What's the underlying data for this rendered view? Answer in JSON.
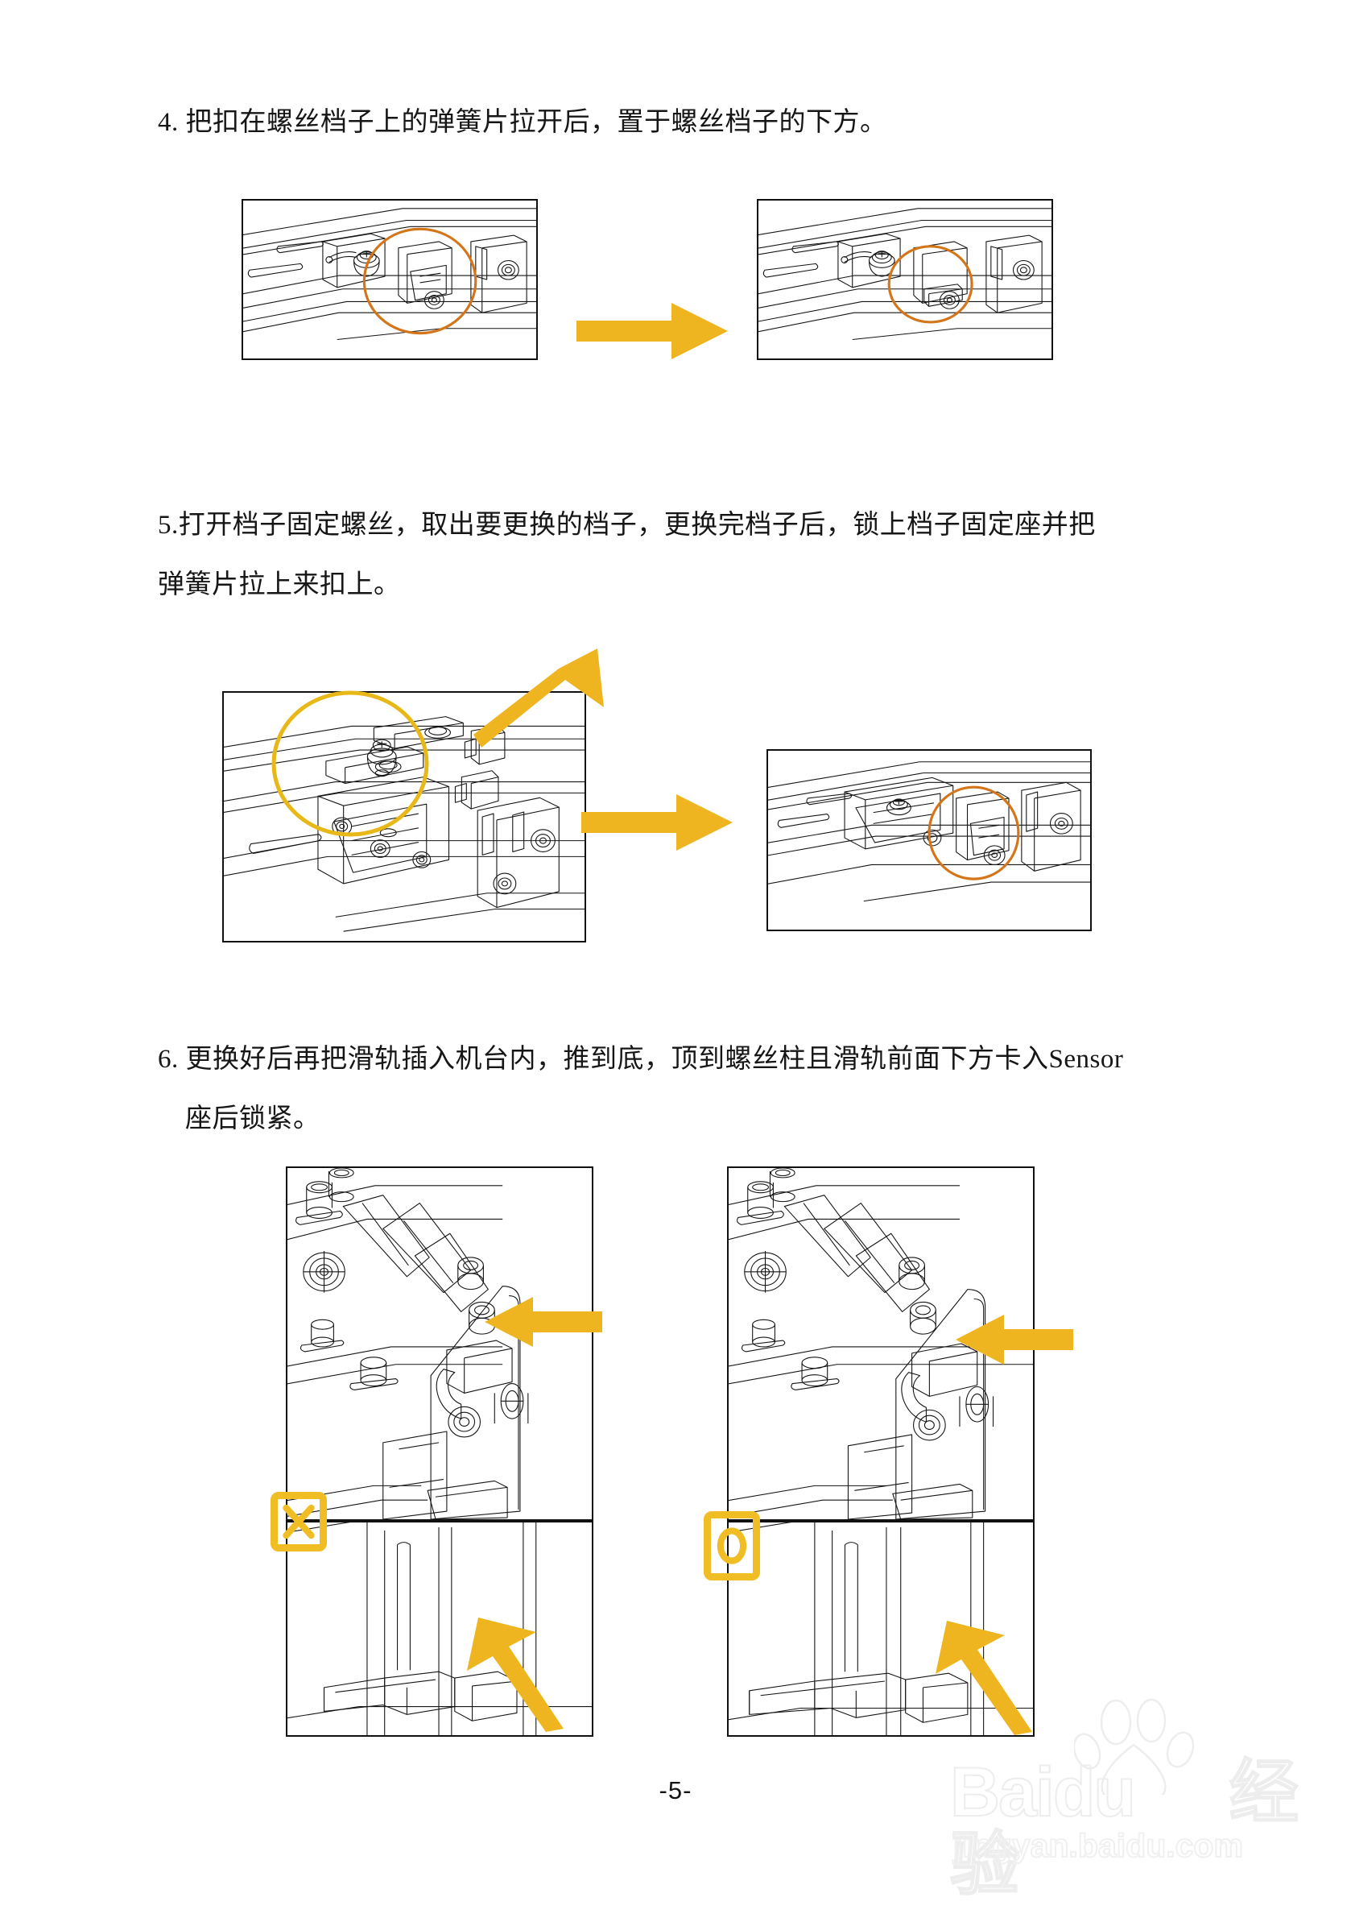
{
  "document": {
    "page_number": "-5-",
    "accent_orange": "#D4751A",
    "accent_yellow": "#E8B818",
    "arrow_yellow": "#EFB520",
    "line_color": "#111111"
  },
  "steps": [
    {
      "id": "step-4",
      "text_lines": [
        "4. 把扣在螺丝档子上的弹簧片拉开后，置于螺丝档子的下方。"
      ],
      "figures": [
        {
          "id": "fig-4-left",
          "caption_marker": "",
          "highlight": "orange-circle"
        },
        {
          "id": "fig-4-right",
          "caption_marker": "",
          "highlight": "orange-circle"
        }
      ],
      "transition_arrow": "arrow-right"
    },
    {
      "id": "step-5",
      "text_lines": [
        "5.打开档子固定螺丝，取出要更换的档子，更换完档子后，锁上档子固定座并把",
        "弹簧片拉上来扣上。"
      ],
      "figures": [
        {
          "id": "fig-5-left",
          "caption_marker": "",
          "highlight": "yellow-circle"
        },
        {
          "id": "fig-5-right",
          "caption_marker": "",
          "highlight": "orange-circle"
        }
      ],
      "transition_arrow": "arrow-right"
    },
    {
      "id": "step-6",
      "text_lines": [
        "6. 更换好后再把滑轨插入机台内，推到底，顶到螺丝柱且滑轨前面下方卡入Sensor",
        "座后锁紧。"
      ],
      "figures": [
        {
          "id": "fig-6-left",
          "caption_marker": "cross-marker",
          "marker_label": "✕"
        },
        {
          "id": "fig-6-right",
          "caption_marker": "circle-marker",
          "marker_label": "◯"
        }
      ],
      "transition_arrow": "none"
    }
  ],
  "watermark": {
    "brand": "Baidu",
    "brand_cn": "经验",
    "url": "jingyan.baidu.com"
  }
}
